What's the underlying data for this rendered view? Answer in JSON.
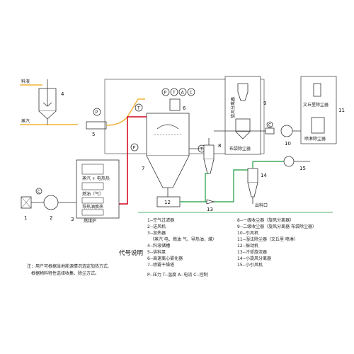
{
  "labels": {
    "feed": "料液",
    "steam": "蒸汽",
    "cyclone_sep": "旋风分离器",
    "bag_dust": "布袋除尘器",
    "water_dust": "文丘里除尘器",
    "spray_dust": "喷淋除尘器",
    "heat_src_1": "蒸汽 + 电热热",
    "heat_src_2": "燃油（气）",
    "heat_src_3": "导热油换热",
    "coal_furnace": "燃煤炉",
    "outlet": "出料口"
  },
  "instruments": {
    "P": "P",
    "T": "T",
    "A": "A",
    "C": "C"
  },
  "numbers": [
    "1",
    "2",
    "3",
    "4",
    "5",
    "6",
    "7",
    "8",
    "9",
    "10",
    "11",
    "12",
    "13",
    "14",
    "15"
  ],
  "legend": {
    "title": "代号说明",
    "items_left": [
      "1--空气过滤器",
      "2--送风机",
      "3--加热器",
      "（蒸汽 电、燃油 气、导热油，煤）",
      "4--料液储槽",
      "5--供料泵",
      "6--高速离心雾化器",
      "7--喷雾干燥塔"
    ],
    "items_right": [
      "8--一级收尘器（旋风分离器）",
      "9--二级收尘器（旋风分离器 布袋除尘器）",
      "10--引风机",
      "11--湿法除尘器（文丘里 喷淋）",
      "12--振动机",
      "13--冷却旋流器",
      "14--小旋风分离器",
      "15--小引风机"
    ],
    "symbols": "P--压力    T--温度    A--电流    C--控制"
  },
  "note": {
    "line1": "注：用户可根据当地能源情况选定加热方式,",
    "line2": "根据物料特性选择收集、除尘方式。"
  },
  "colors": {
    "hot_air": "#d0021b",
    "material": "#f0b43c",
    "product": "#1a9b3c",
    "line": "#333333"
  }
}
